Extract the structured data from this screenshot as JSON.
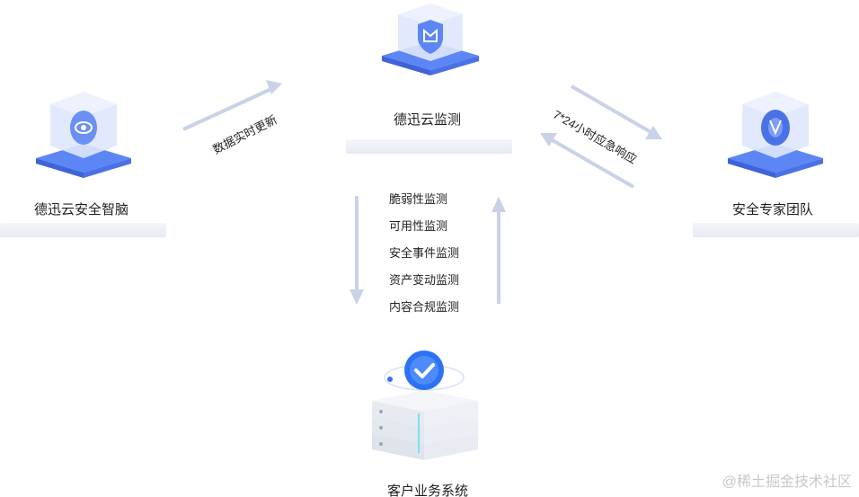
{
  "nodes": {
    "brain": {
      "label": "德迅云安全智脑",
      "icon": "brain-shield-icon"
    },
    "monitor": {
      "label": "德迅云监测",
      "icon": "shield-monitor-icon"
    },
    "expert": {
      "label": "安全专家团队",
      "icon": "expert-team-icon"
    },
    "customer": {
      "label": "客户业务系统",
      "icon": "server-check-icon"
    }
  },
  "edges": {
    "brain_to_monitor": "数据实时更新",
    "expert_monitor": "7*24小时应急响应"
  },
  "monitor_items": [
    "脆弱性监测",
    "可用性监测",
    "安全事件监测",
    "资产变动监测",
    "内容合规监测"
  ],
  "watermark": "@稀土掘金技术社区",
  "colors": {
    "arrow": "#c9d2e6",
    "accent": "#3d6cf2",
    "accent_light": "#b9c9fb",
    "check": "#1f6ef5"
  }
}
